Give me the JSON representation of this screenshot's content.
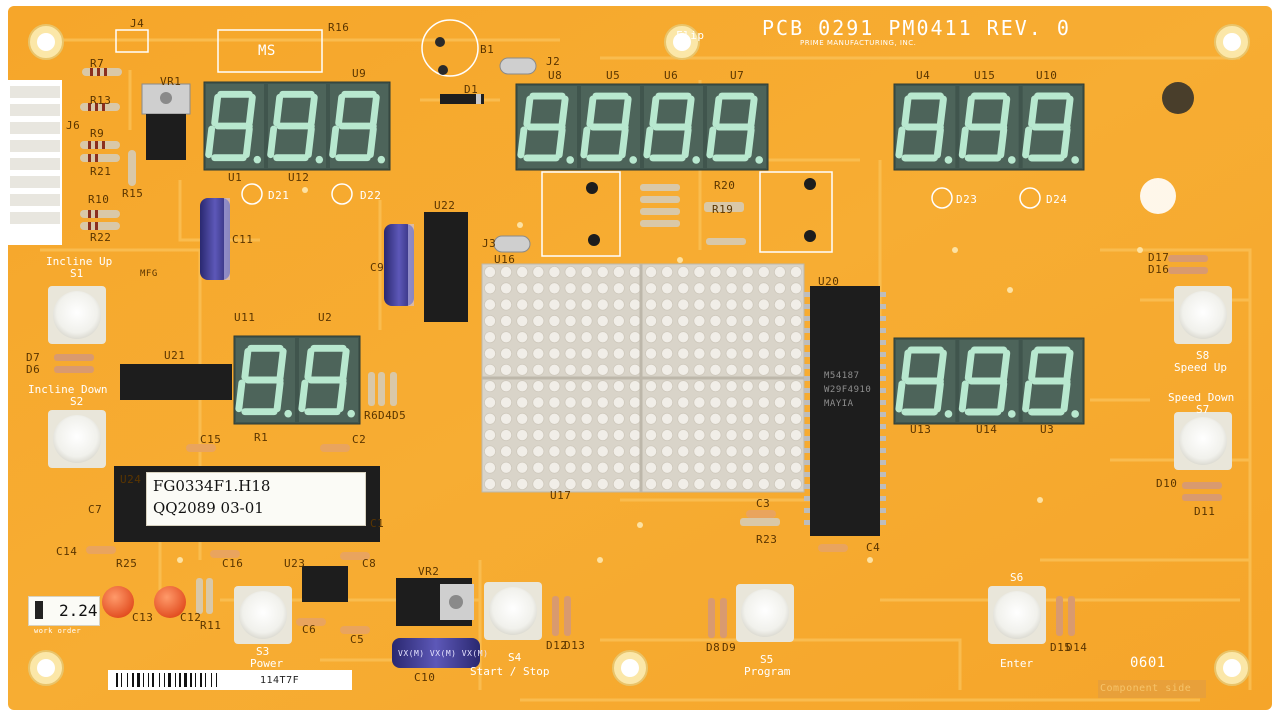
{
  "board": {
    "title": "PCB 0291 PM0411 REV. 0",
    "manufacturer": "PRIME MANUFACTURING, INC.",
    "flip_label": "Flip",
    "component_side": "Component side",
    "board_id": "0601"
  },
  "sticker": {
    "line1": "FG0334F1.H18",
    "line2": "QQ2089  03-01"
  },
  "work_order": {
    "value": "2.24",
    "label": "work order"
  },
  "barcode": {
    "code": "114T7F"
  },
  "buttons": {
    "incline_up": {
      "label": "Incline Up",
      "ref": "S1"
    },
    "incline_down": {
      "label": "Incline Down",
      "ref": "S2"
    },
    "power": {
      "label": "Power",
      "ref": "S3"
    },
    "start_stop": {
      "label": "Start / Stop",
      "ref": "S4"
    },
    "program": {
      "label": "Program",
      "ref": "S5"
    },
    "enter": {
      "label": "Enter",
      "ref": "S6"
    },
    "speed_down": {
      "label": "Speed Down",
      "ref": "S7"
    },
    "speed_up": {
      "label": "Speed Up",
      "ref": "S8"
    }
  },
  "refs": {
    "j4": "J4",
    "r16": "R16",
    "ms": "MS",
    "r7": "R7",
    "vr1": "VR1",
    "r13": "R13",
    "j6": "J6",
    "r9": "R9",
    "r21": "R21",
    "r15": "R15",
    "r10": "R10",
    "r22": "R22",
    "u9": "U9",
    "u1": "U1",
    "u12": "U12",
    "d21": "D21",
    "d22": "D22",
    "c11": "C11",
    "u8": "U8",
    "u5": "U5",
    "u6": "U6",
    "u7": "U7",
    "u4": "U4",
    "u15": "U15",
    "u10": "U10",
    "d23": "D23",
    "d24": "D24",
    "d1": "D1",
    "b1": "B1",
    "j2": "J2",
    "u22": "U22",
    "c9": "C9",
    "j3": "J3",
    "u16": "U16",
    "r20": "R20",
    "r19": "R19",
    "u20": "U20",
    "d17": "D17",
    "d16": "D16",
    "u11": "U11",
    "u2": "U2",
    "d7": "D7",
    "d6": "D6",
    "u21": "U21",
    "r6": "R6",
    "d4": "D4",
    "d5": "D5",
    "r1": "R1",
    "u13": "U13",
    "u14": "U14",
    "u3": "U3",
    "c15": "C15",
    "c2": "C2",
    "u24": "U24",
    "c7": "C7",
    "c1": "C1",
    "u17": "U17",
    "c3": "C3",
    "r23": "R23",
    "c4": "C4",
    "d10": "D10",
    "d11": "D11",
    "c14": "C14",
    "r25": "R25",
    "c16": "C16",
    "c8": "C8",
    "u23": "U23",
    "vr2": "VR2",
    "c13": "C13",
    "c12": "C12",
    "r11": "R11",
    "c6": "C6",
    "c5": "C5",
    "c10": "C10",
    "d12": "D12",
    "d13": "D13",
    "d8": "D8",
    "d9": "D9",
    "d15": "D15",
    "d14": "D14",
    "mfg": "MFG"
  },
  "chip_text": {
    "u20_line1": "M54187",
    "u20_line2": "W29F4910",
    "u20_line3": "MAYIA",
    "c10_text": "VX(M)  VX(M)  VX(M)"
  },
  "colors": {
    "pcb": "#f6a82a",
    "pcb_light": "#fbc04e",
    "trace": "#f9b73e",
    "silk": "#ffffff",
    "display_bg": "#40554d",
    "segment_on": "#b8e8cf",
    "matrix_bg": "#d7d2c7",
    "chip": "#1d1d1d",
    "button": "#f3f3ef"
  },
  "displays": [
    {
      "value": "888.",
      "kind": "segment-3"
    },
    {
      "value": "8888",
      "kind": "segment-4"
    },
    {
      "value": "888",
      "kind": "segment-3"
    },
    {
      "value": "88",
      "kind": "segment-2"
    },
    {
      "value": "888",
      "kind": "segment-3"
    }
  ]
}
